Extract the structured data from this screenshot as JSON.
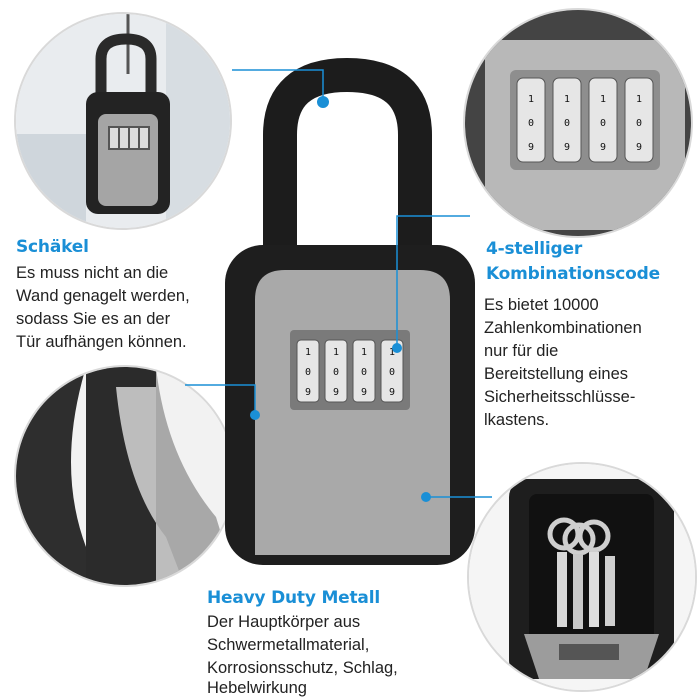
{
  "features": {
    "shackle": {
      "heading": "Schäkel",
      "lines": [
        "Es muss nicht an die",
        "Wand genagelt werden,",
        "sodass Sie es an der",
        "Tür aufhängen können."
      ]
    },
    "combination": {
      "heading_line1": "4-stelliger",
      "heading_line2": "Kombinationscode",
      "lines": [
        "Es bietet 10000",
        "Zahlenkombinationen",
        "nur für die",
        "Bereitstellung eines",
        "Sicherheitsschlüsse-",
        "lkastens."
      ]
    },
    "metal": {
      "heading": "Heavy Duty Metall",
      "lines": [
        "Der Hauptkörper aus",
        "Schwermetallmaterial,",
        "Korrosionsschutz, Schlag,",
        "Hebelwirkung"
      ]
    }
  },
  "dials": {
    "top_digits": [
      "1",
      "1",
      "1",
      "1"
    ],
    "middle_digits": [
      "0",
      "0",
      "0",
      "0"
    ],
    "bottom_digits": [
      "9",
      "9",
      "9",
      "9"
    ]
  },
  "colors": {
    "accent": "#1a8fd6",
    "lock_body": "#1e1e1e",
    "lock_face": "#a9a9a9"
  }
}
